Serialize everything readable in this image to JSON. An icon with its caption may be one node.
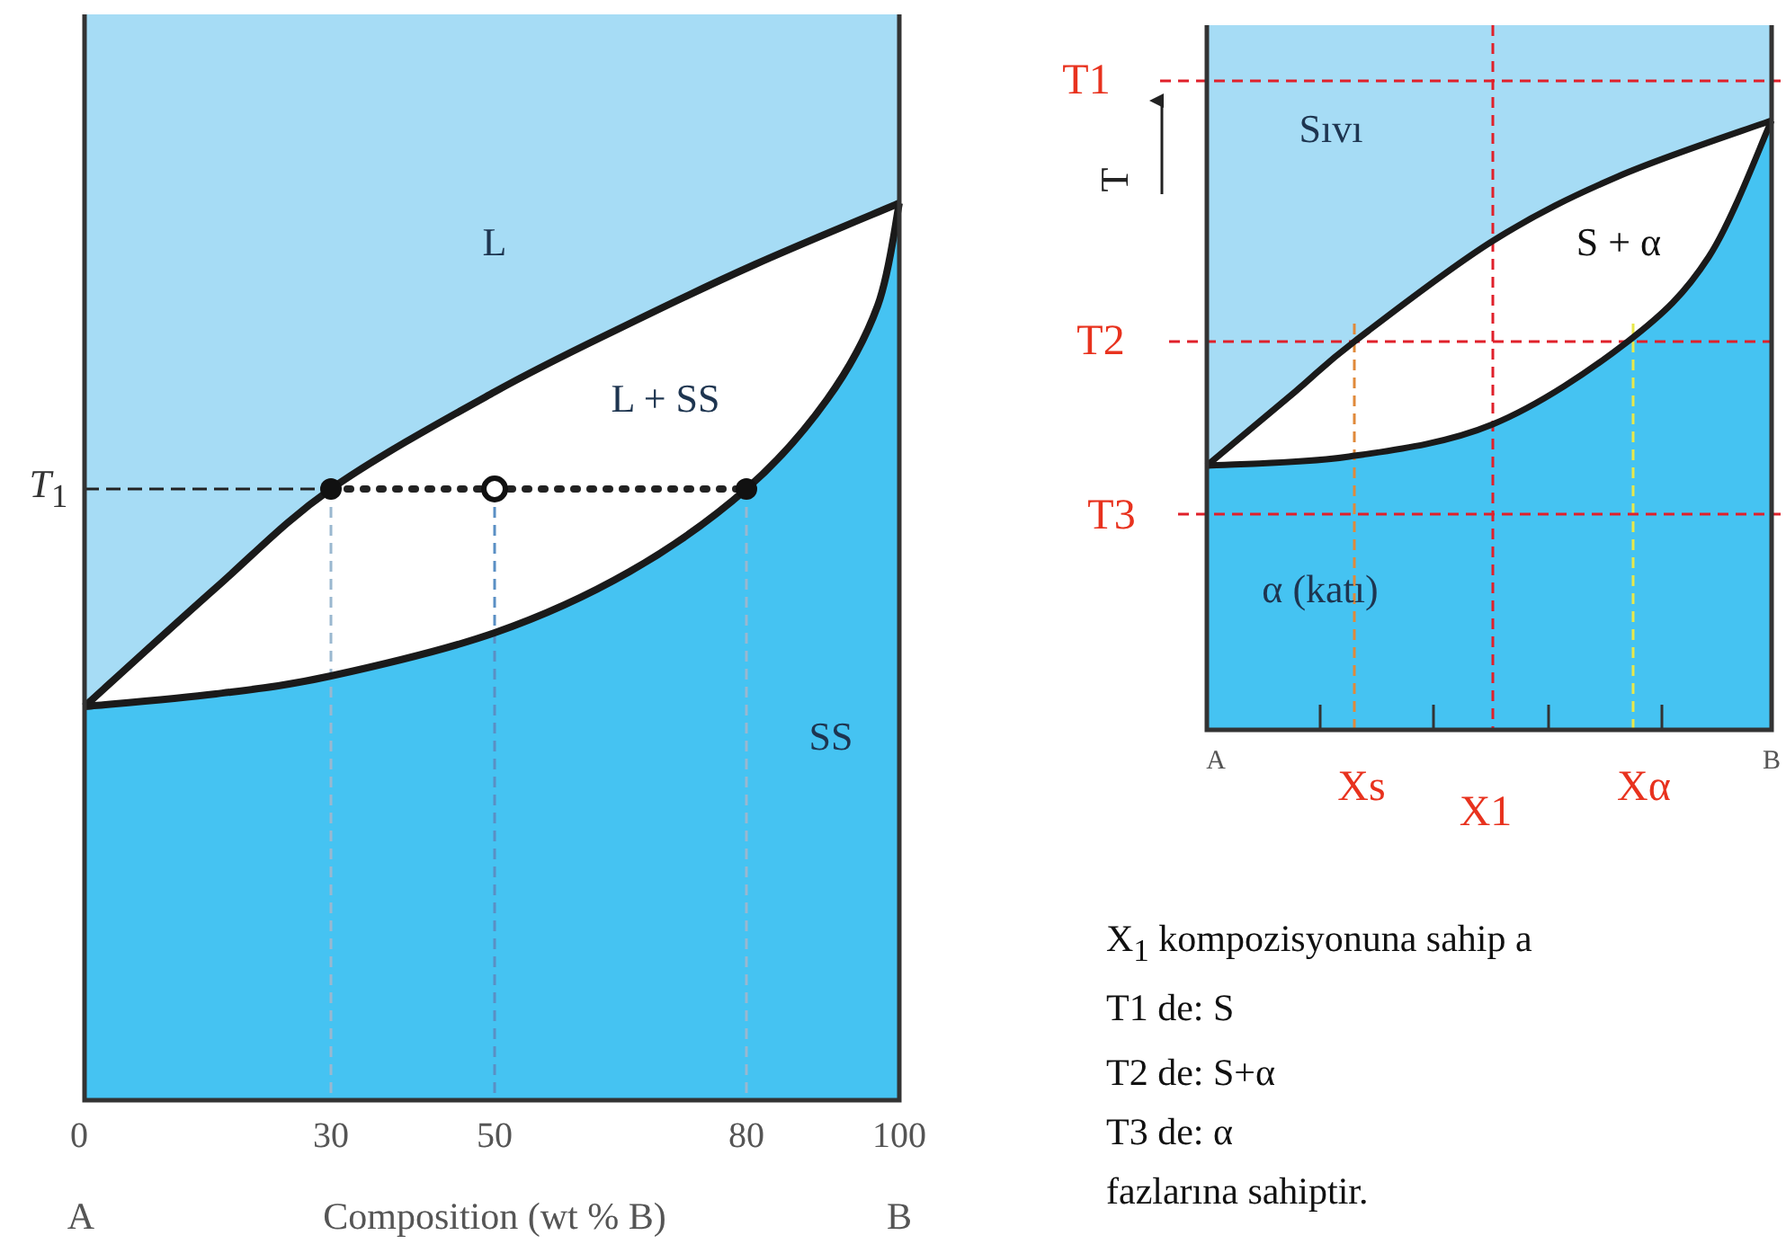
{
  "diagram": {
    "labels": [
      "L",
      "L + SS",
      "*T*$_{1}$",
      "SS",
      "0",
      "30",
      "50",
      "80",
      "100",
      "A",
      "Composition (wt % B)",
      "B",
      "T1",
      "Sıvı",
      "T",
      "S + α",
      "T2",
      "T3",
      "α (katı)",
      "A",
      "Xs",
      "X1",
      "Xα",
      "B",
      "X$_{1}$ kompozisyonuna sahip a",
      "T1 de: S",
      "T2 de: S+α",
      "T3 de: α",
      "fazlarına sahiptir."
    ]
  }
}
